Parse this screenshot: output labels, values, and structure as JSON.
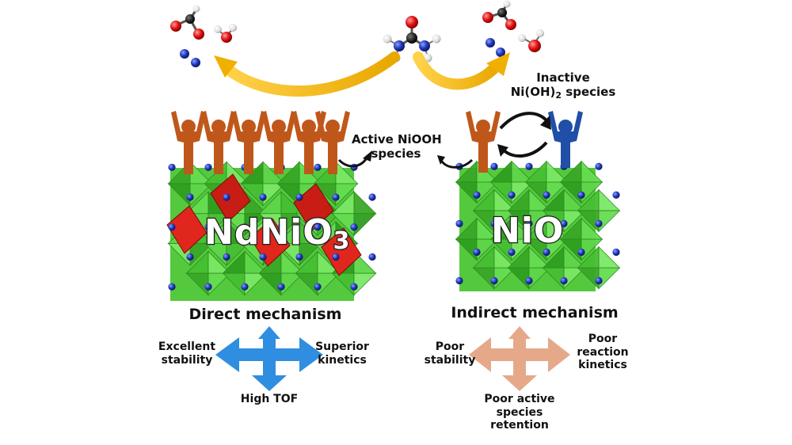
{
  "colors": {
    "green_octahedron": "#3fbf2c",
    "red_octahedron": "#d9231b",
    "blue_atom": "#1a2a9a",
    "orange_person": "#c0571a",
    "blue_person": "#1f4fa6",
    "yellow_arrow": "#f2b400",
    "blue_arrow": "#2f8ee0",
    "tan_arrow": "#e5a98a"
  },
  "molecule": {
    "icon": "urea-molecule-icon"
  },
  "products": {
    "icons": [
      "co2-molecule-icon",
      "water-molecule-icon",
      "n2-molecule-icon"
    ]
  },
  "left": {
    "crystal_label": "NdNiO",
    "crystal_subscript": "3",
    "mechanism": "Direct mechanism",
    "outcome_left": [
      "Excellent",
      "stability"
    ],
    "outcome_right": [
      "Superior",
      "kinetics"
    ],
    "outcome_bottom": "High TOF"
  },
  "middle": {
    "active_species": [
      "Active NiOOH",
      "species"
    ]
  },
  "right": {
    "crystal_label": "NiO",
    "inactive_line1": "Inactive",
    "inactive_line2_prefix": "Ni(OH)",
    "inactive_line2_sub": "2",
    "inactive_line2_suffix": " species",
    "mechanism": "Indirect mechanism",
    "outcome_left": [
      "Poor",
      "stability"
    ],
    "outcome_right": [
      "Poor",
      "reaction",
      "kinetics"
    ],
    "outcome_bottom": [
      "Poor active",
      "species",
      "retention"
    ]
  }
}
